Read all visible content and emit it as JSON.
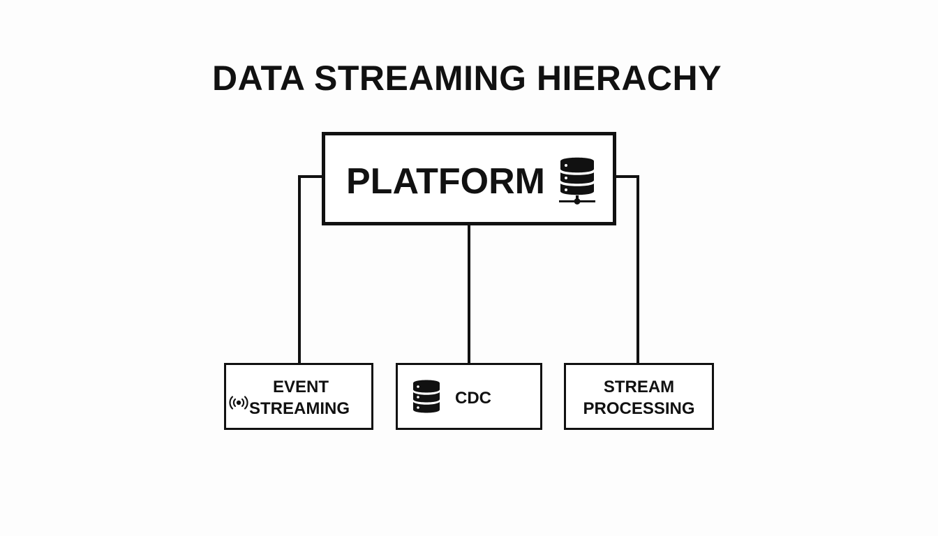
{
  "diagram": {
    "title": "DATA STREAMING HIERACHY",
    "root": {
      "label": "PLATFORM",
      "icon": "database-server-icon"
    },
    "children": [
      {
        "id": "event",
        "line1": "EVENT",
        "line2": "STREAMING",
        "icon": "broadcast-wave-icon"
      },
      {
        "id": "cdc",
        "label": "CDC",
        "icon": "database-icon"
      },
      {
        "id": "stream",
        "line1": "STREAM",
        "line2": "PROCESSING"
      }
    ]
  },
  "colors": {
    "background": "#fdfdfd",
    "ink": "#111111",
    "box_fill": "#ffffff"
  }
}
